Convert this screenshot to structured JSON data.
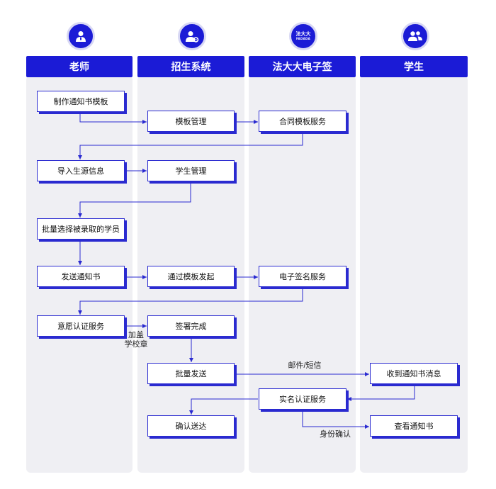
{
  "lanes": [
    {
      "title": "老师",
      "icon": "teacher-user-icon"
    },
    {
      "title": "招生系统",
      "icon": "system-user-gear-icon"
    },
    {
      "title": "法大大电子签",
      "icon": "fadada-logo-icon",
      "logo_text": "法大大",
      "logo_subtext": "FADADA"
    },
    {
      "title": "学生",
      "icon": "students-group-icon"
    }
  ],
  "nodes": {
    "make_template": "制作通知书模板",
    "template_mgmt": "模板管理",
    "contract_template_service": "合同模板服务",
    "import_source": "导入生源信息",
    "student_mgmt": "学生管理",
    "batch_select": "批量选择被录取的学员",
    "send_notice": "发送通知书",
    "initiate_by_template": "通过模板发起",
    "e_sign_service": "电子签名服务",
    "willingness_auth": "意愿认证服务",
    "sign_complete": "签署完成",
    "batch_send": "批量发送",
    "receive_notice_msg": "收到通知书消息",
    "realname_auth": "实名认证服务",
    "confirm_delivery": "确认送达",
    "view_notice": "查看通知书"
  },
  "edge_labels": {
    "stamp_line1": "加盖",
    "stamp_line2": "学校章",
    "mail_sms": "邮件/短信",
    "identity_confirm": "身份确认"
  },
  "colors": {
    "accent": "#1b1bd6",
    "lane_bg": "#efeff3",
    "edge": "#2a2ad0"
  }
}
